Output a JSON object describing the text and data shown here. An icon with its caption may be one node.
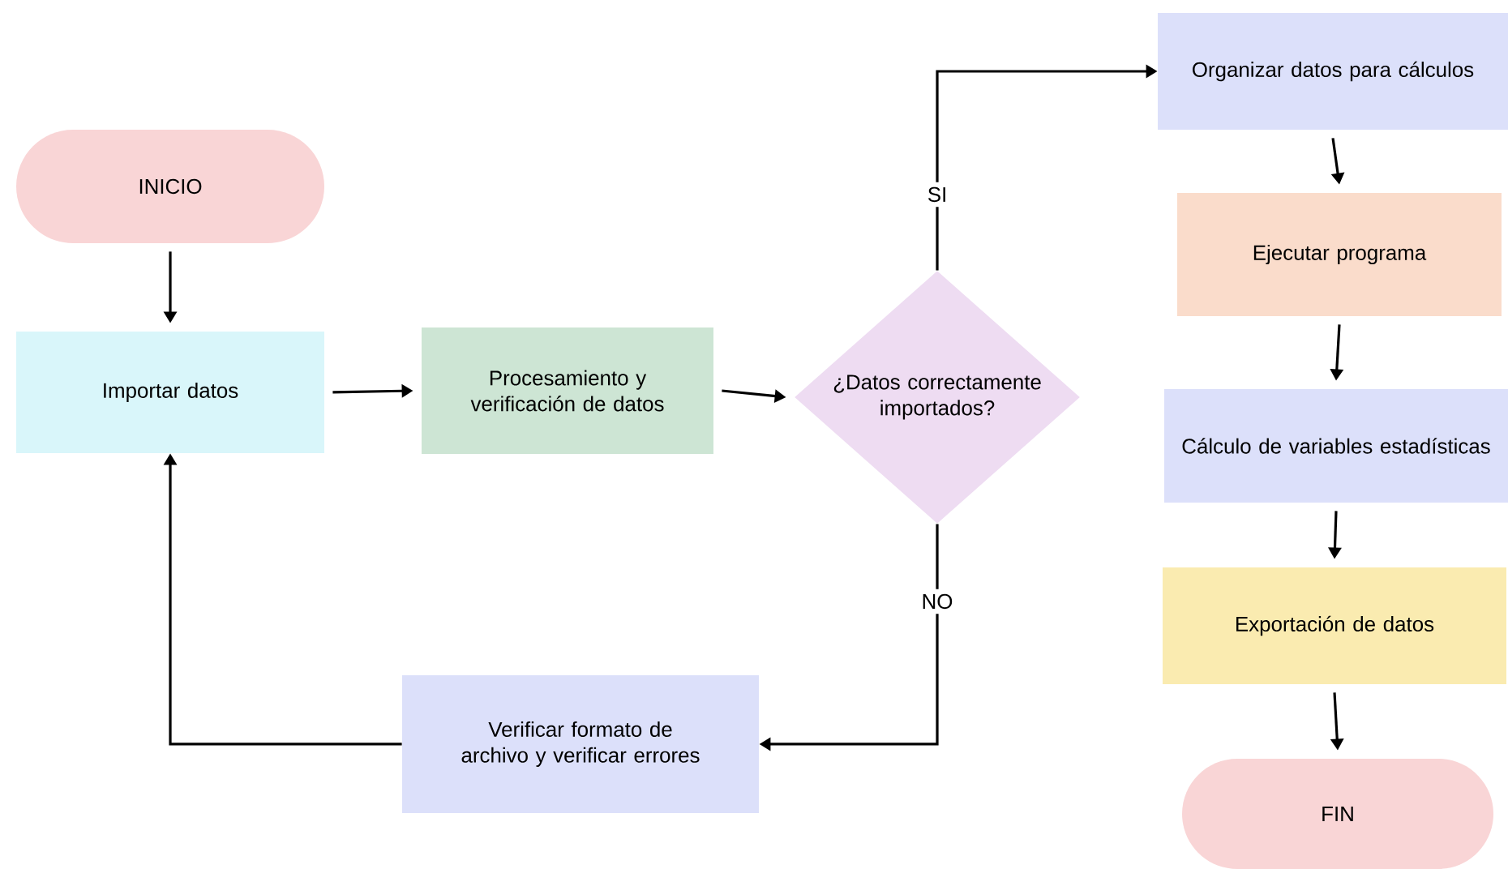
{
  "diagram": {
    "nodes": [
      {
        "text": [
          "INICIO"
        ]
      },
      {
        "text": [
          "Importar datos"
        ]
      },
      {
        "text": [
          "Procesamiento y verificación de datos"
        ]
      },
      {
        "text": [
          "¿Datos correctamente importados?"
        ]
      },
      {
        "text": [
          "Verificar formato de archivo y verificar errores"
        ]
      },
      {
        "text": [
          "Organizar datos para cálculos"
        ]
      },
      {
        "text": [
          "Ejecutar programa"
        ]
      },
      {
        "text": [
          "Cálculo de variables estadísticas"
        ]
      },
      {
        "text": [
          "Exportación de datos"
        ]
      },
      {
        "text": [
          "FIN"
        ]
      }
    ],
    "edges": [
      {
        "from": 0,
        "to": 1,
        "arrow": "to"
      },
      {
        "from": 1,
        "to": 2,
        "arrow": "to"
      },
      {
        "from": 2,
        "to": 3,
        "arrow": "to"
      },
      {
        "from": 3,
        "to": 5,
        "arrow": "to",
        "label": "SI"
      },
      {
        "from": 3,
        "to": 4,
        "arrow": "to",
        "label": "NO"
      },
      {
        "from": 4,
        "to": 1,
        "arrow": "to"
      },
      {
        "from": 5,
        "to": 6,
        "arrow": "to"
      },
      {
        "from": 6,
        "to": 7,
        "arrow": "to"
      },
      {
        "from": 7,
        "to": 8,
        "arrow": "to"
      },
      {
        "from": 8,
        "to": 9,
        "arrow": "to"
      }
    ]
  }
}
